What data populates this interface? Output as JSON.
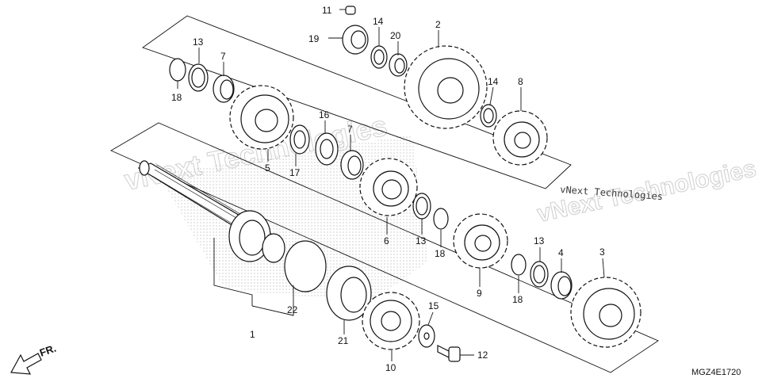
{
  "diagram": {
    "callouts": [
      {
        "id": "c11",
        "text": "11"
      },
      {
        "id": "c19",
        "text": "19"
      },
      {
        "id": "c14a",
        "text": "14"
      },
      {
        "id": "c20",
        "text": "20"
      },
      {
        "id": "c2",
        "text": "2"
      },
      {
        "id": "c13a",
        "text": "13"
      },
      {
        "id": "c7a",
        "text": "7"
      },
      {
        "id": "c18a",
        "text": "18"
      },
      {
        "id": "c14b",
        "text": "14"
      },
      {
        "id": "c8",
        "text": "8"
      },
      {
        "id": "c16",
        "text": "16"
      },
      {
        "id": "c7b",
        "text": "7"
      },
      {
        "id": "c5",
        "text": "5"
      },
      {
        "id": "c17",
        "text": "17"
      },
      {
        "id": "c6",
        "text": "6"
      },
      {
        "id": "c13b",
        "text": "13"
      },
      {
        "id": "c18b",
        "text": "18"
      },
      {
        "id": "c9",
        "text": "9"
      },
      {
        "id": "c13c",
        "text": "13"
      },
      {
        "id": "c4",
        "text": "4"
      },
      {
        "id": "c3",
        "text": "3"
      },
      {
        "id": "c18c",
        "text": "18"
      },
      {
        "id": "c22",
        "text": "22"
      },
      {
        "id": "c1",
        "text": "1"
      },
      {
        "id": "c21",
        "text": "21"
      },
      {
        "id": "c15",
        "text": "15"
      },
      {
        "id": "c12",
        "text": "12"
      },
      {
        "id": "c10",
        "text": "10"
      }
    ],
    "front_label": "FR.",
    "watermark_text": "vNext Technologies",
    "drawing_code": "MGZ4E1720"
  }
}
